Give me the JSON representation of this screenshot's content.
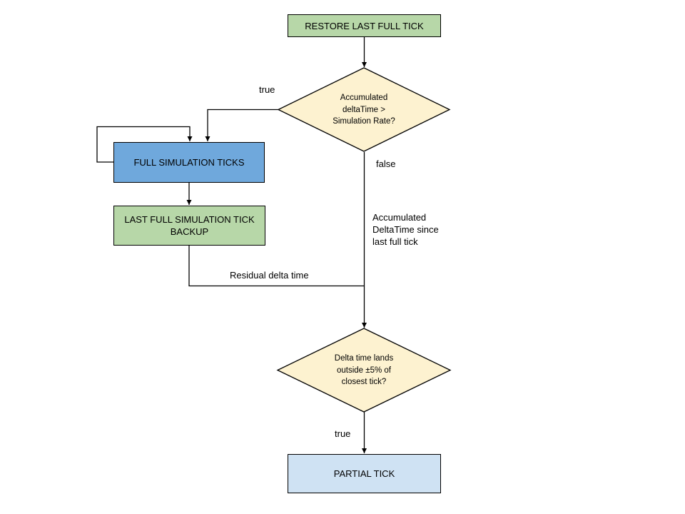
{
  "diagram": {
    "background": "#ffffff",
    "line_color": "#000000",
    "nodes": {
      "restore": {
        "label": "RESTORE LAST FULL TICK",
        "type": "process",
        "fill": "#b7d7a8"
      },
      "decision_accumulated": {
        "type": "decision",
        "fill": "#fdf2d0",
        "line1": "Accumulated",
        "line2": "deltaTime >",
        "line3": "Simulation Rate?"
      },
      "full_ticks": {
        "label": "FULL SIMULATION TICKS",
        "type": "process",
        "fill": "#6fa8dc"
      },
      "backup": {
        "label": "LAST FULL SIMULATION TICK BACKUP",
        "type": "process",
        "fill": "#b7d7a8"
      },
      "decision_delta": {
        "type": "decision",
        "fill": "#fdf2d0",
        "line1": "Delta time lands",
        "line2": "outside ±5% of",
        "line3": "closest tick?"
      },
      "partial": {
        "label": "PARTIAL TICK",
        "type": "process",
        "fill": "#cfe2f3"
      }
    },
    "edge_labels": {
      "true_top": "true",
      "false_branch": "false",
      "accumulated_note": "Accumulated DeltaTime since last full tick",
      "residual": "Residual delta time",
      "true_bottom": "true"
    }
  }
}
